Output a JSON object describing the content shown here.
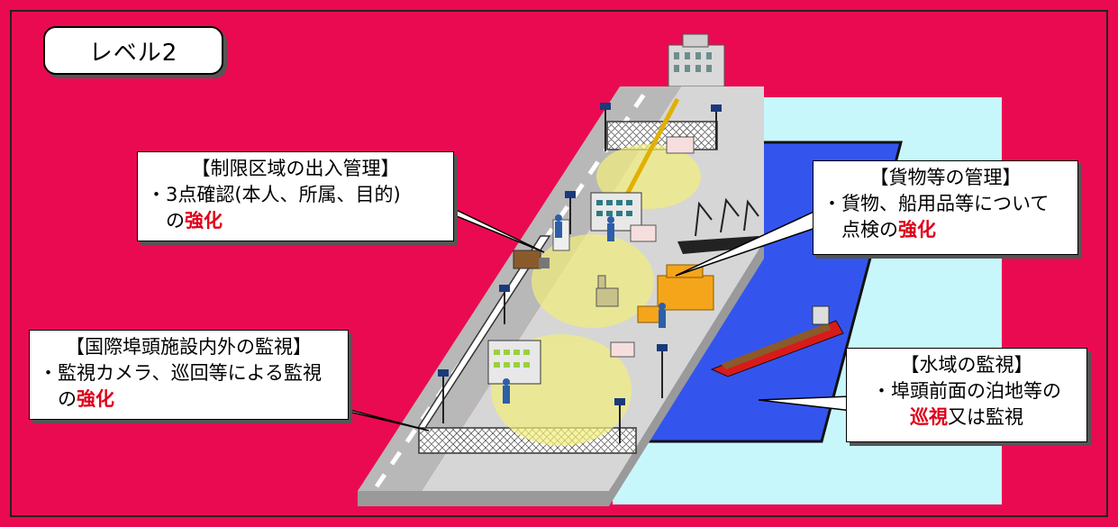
{
  "colors": {
    "background": "#ea0a52",
    "sea_light": "#c8f7fb",
    "sea_blue": "#3355ee",
    "pier_top": "#d6d6d6",
    "pier_side": "#9a9a9a",
    "road": "#b8b8b8",
    "highlight_red": "#e0001a",
    "yellow_zone": "#f2ef7a"
  },
  "level_label": "レベル2",
  "callouts": {
    "access_control": {
      "title": "【制限区域の出入管理】",
      "line1": "・3点確認(本人、所属、目的)",
      "line2_prefix": "の",
      "line2_highlight": "強化"
    },
    "cargo_management": {
      "title": "【貨物等の管理】",
      "line1": "・貨物、船用品等について",
      "line2_prefix": "点検の",
      "line2_highlight": "強化"
    },
    "facility_monitoring": {
      "title": "【国際埠頭施設内外の監視】",
      "line1": "・監視カメラ、巡回等による監視",
      "line2_prefix": "の",
      "line2_highlight": "強化"
    },
    "water_monitoring": {
      "title": "【水域の監視】",
      "line1": "・埠頭前面の泊地等の",
      "line2_highlight": "巡視",
      "line2_suffix": "又は監視"
    }
  }
}
